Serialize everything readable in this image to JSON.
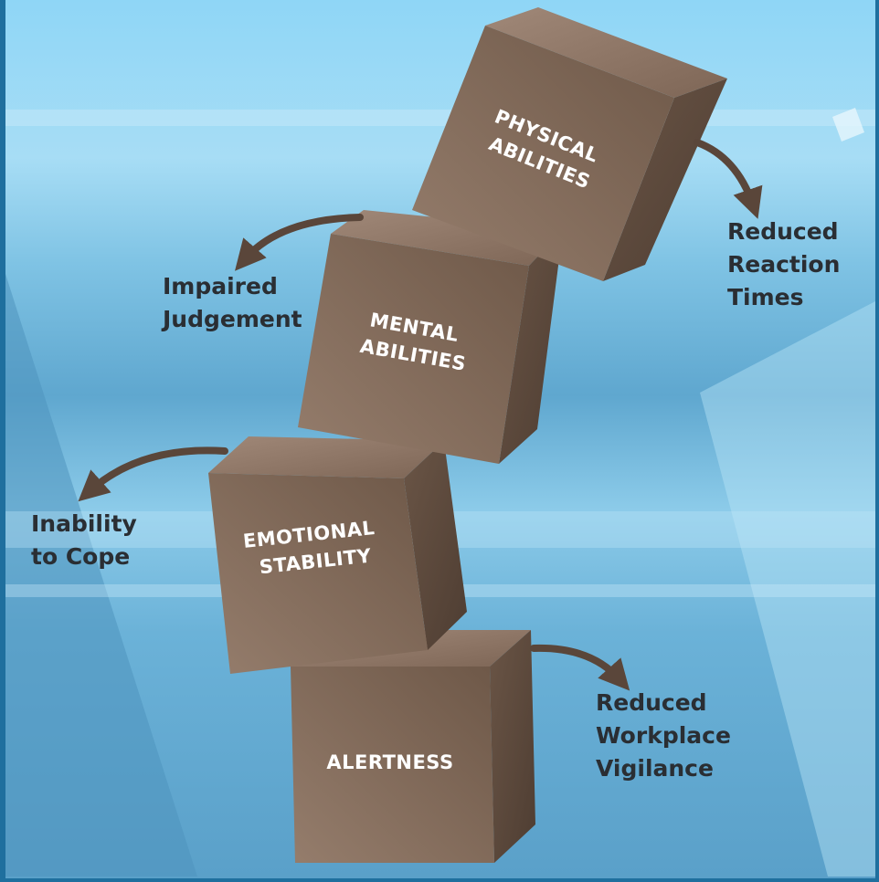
{
  "blocks": {
    "alertness": [
      "ALERTNESS"
    ],
    "emotional": [
      "EMOTIONAL",
      "STABILITY"
    ],
    "mental": [
      "MENTAL",
      "ABILITIES"
    ],
    "physical": [
      "PHYSICAL",
      "ABILITIES"
    ]
  },
  "effects": {
    "alertness": [
      "Reduced",
      "Workplace",
      "Vigilance"
    ],
    "emotional": [
      "Inability",
      "to Cope"
    ],
    "mental": [
      "Impaired",
      "Judgement"
    ],
    "physical": [
      "Reduced",
      "Reaction",
      "Times"
    ]
  },
  "colors": {
    "box_front": "#7d6555",
    "box_top": "#907868",
    "box_side": "#5e4a3d",
    "arrow": "#5a463a",
    "text": "#2a2e33"
  }
}
